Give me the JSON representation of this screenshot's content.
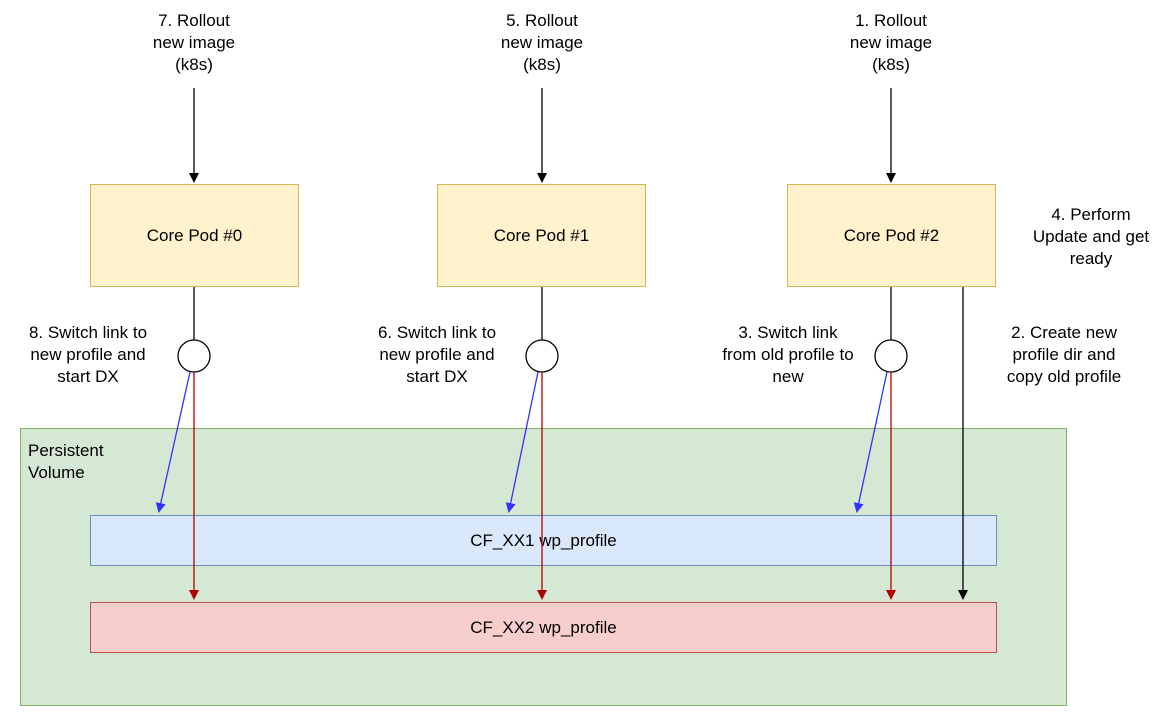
{
  "rollouts": [
    {
      "line1": "7. Rollout",
      "line2": "new image",
      "line3": "(k8s)"
    },
    {
      "line1": "5. Rollout",
      "line2": "new image",
      "line3": "(k8s)"
    },
    {
      "line1": "1. Rollout",
      "line2": "new image",
      "line3": "(k8s)"
    }
  ],
  "pods": [
    "Core Pod #0",
    "Core Pod #1",
    "Core Pod #2"
  ],
  "switch_labels": [
    {
      "line1": "8. Switch link to",
      "line2": "new profile and",
      "line3": "start DX"
    },
    {
      "line1": "6. Switch link to",
      "line2": "new profile and",
      "line3": "start DX"
    },
    {
      "line1": "3. Switch link",
      "line2": "from old profile to",
      "line3": "new"
    }
  ],
  "perform": {
    "line1": "4. Perform",
    "line2": "Update and get",
    "line3": "ready"
  },
  "create": {
    "line1": "2. Create new",
    "line2": "profile dir and",
    "line3": "copy old profile"
  },
  "volume": {
    "line1": "Persistent",
    "line2": "Volume"
  },
  "profiles": {
    "xx1": "CF_XX1 wp_profile",
    "xx2": "CF_XX2 wp_profile"
  },
  "colors": {
    "pod_fill": "#fff2cc",
    "pod_stroke": "#d6b656",
    "volume_fill": "#d5e8d4",
    "volume_stroke": "#82b366",
    "xx1_fill": "#dae8fc",
    "xx1_stroke": "#6c8ebf",
    "xx2_fill": "#f8cecc",
    "xx2_stroke": "#b85450",
    "blue_arrow": "#3333ff",
    "red_arrow": "#b20000"
  }
}
